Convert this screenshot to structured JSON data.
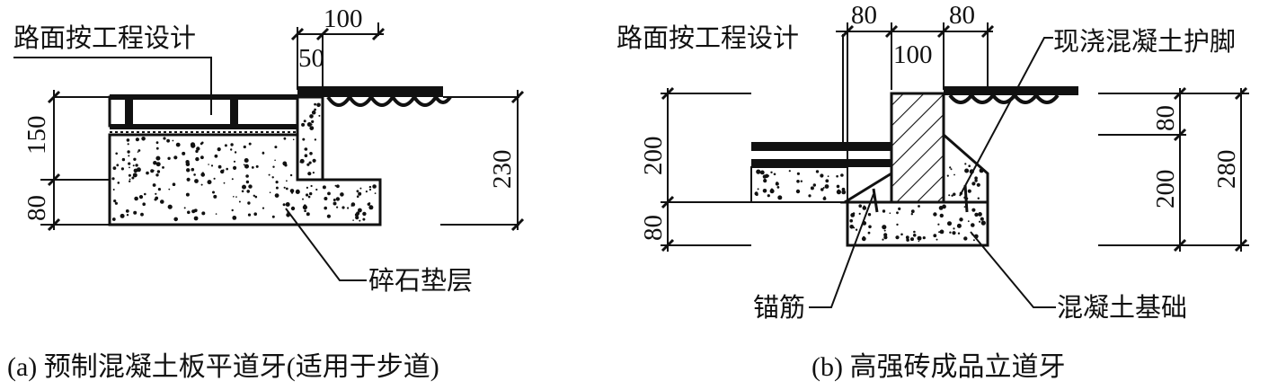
{
  "colors": {
    "ink": "#111111",
    "background": "#ffffff",
    "concrete": "#ffffff",
    "hatch": "#111111"
  },
  "left": {
    "callout_top": "路面按工程设计",
    "callout_bottom": "碎石垫层",
    "dims": {
      "width_100": "100",
      "width_50": "50",
      "height_150": "150",
      "height_80": "80",
      "height_230": "230"
    },
    "caption": "(a) 预制混凝土板平道牙(适用于步道)"
  },
  "right": {
    "callout_pavement": "路面按工程设计",
    "callout_guard": "现浇混凝土护脚",
    "callout_rebar": "锚筋",
    "callout_base": "混凝土基础",
    "dims": {
      "width_80_left": "80",
      "width_80_right": "80",
      "width_100": "100",
      "height_200_left": "200",
      "height_80_left": "80",
      "height_80_right": "80",
      "height_200_right": "200",
      "height_280": "280"
    },
    "caption": "(b) 高强砖成品立道牙"
  }
}
